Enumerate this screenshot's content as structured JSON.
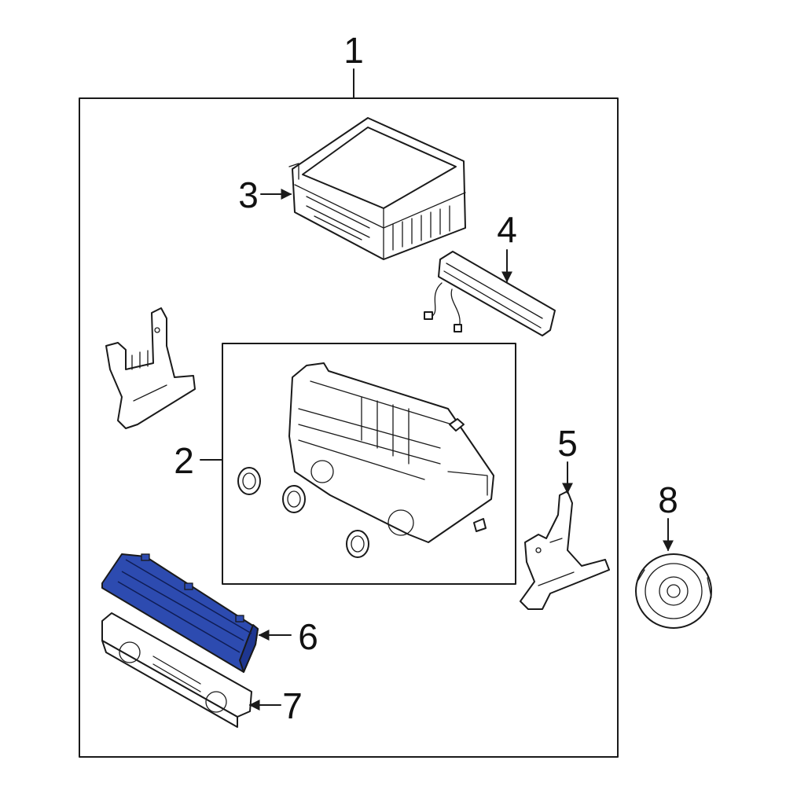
{
  "colors": {
    "background": "#ffffff",
    "line": "#1a1a1a",
    "highlight": "#2d4bb0",
    "highlight_shade": "#1e3690"
  },
  "callouts": {
    "c1": "1",
    "c2": "2",
    "c3": "3",
    "c4": "4",
    "c5": "5",
    "c6": "6",
    "c7": "7",
    "c8": "8"
  },
  "highlighted_part": "6"
}
